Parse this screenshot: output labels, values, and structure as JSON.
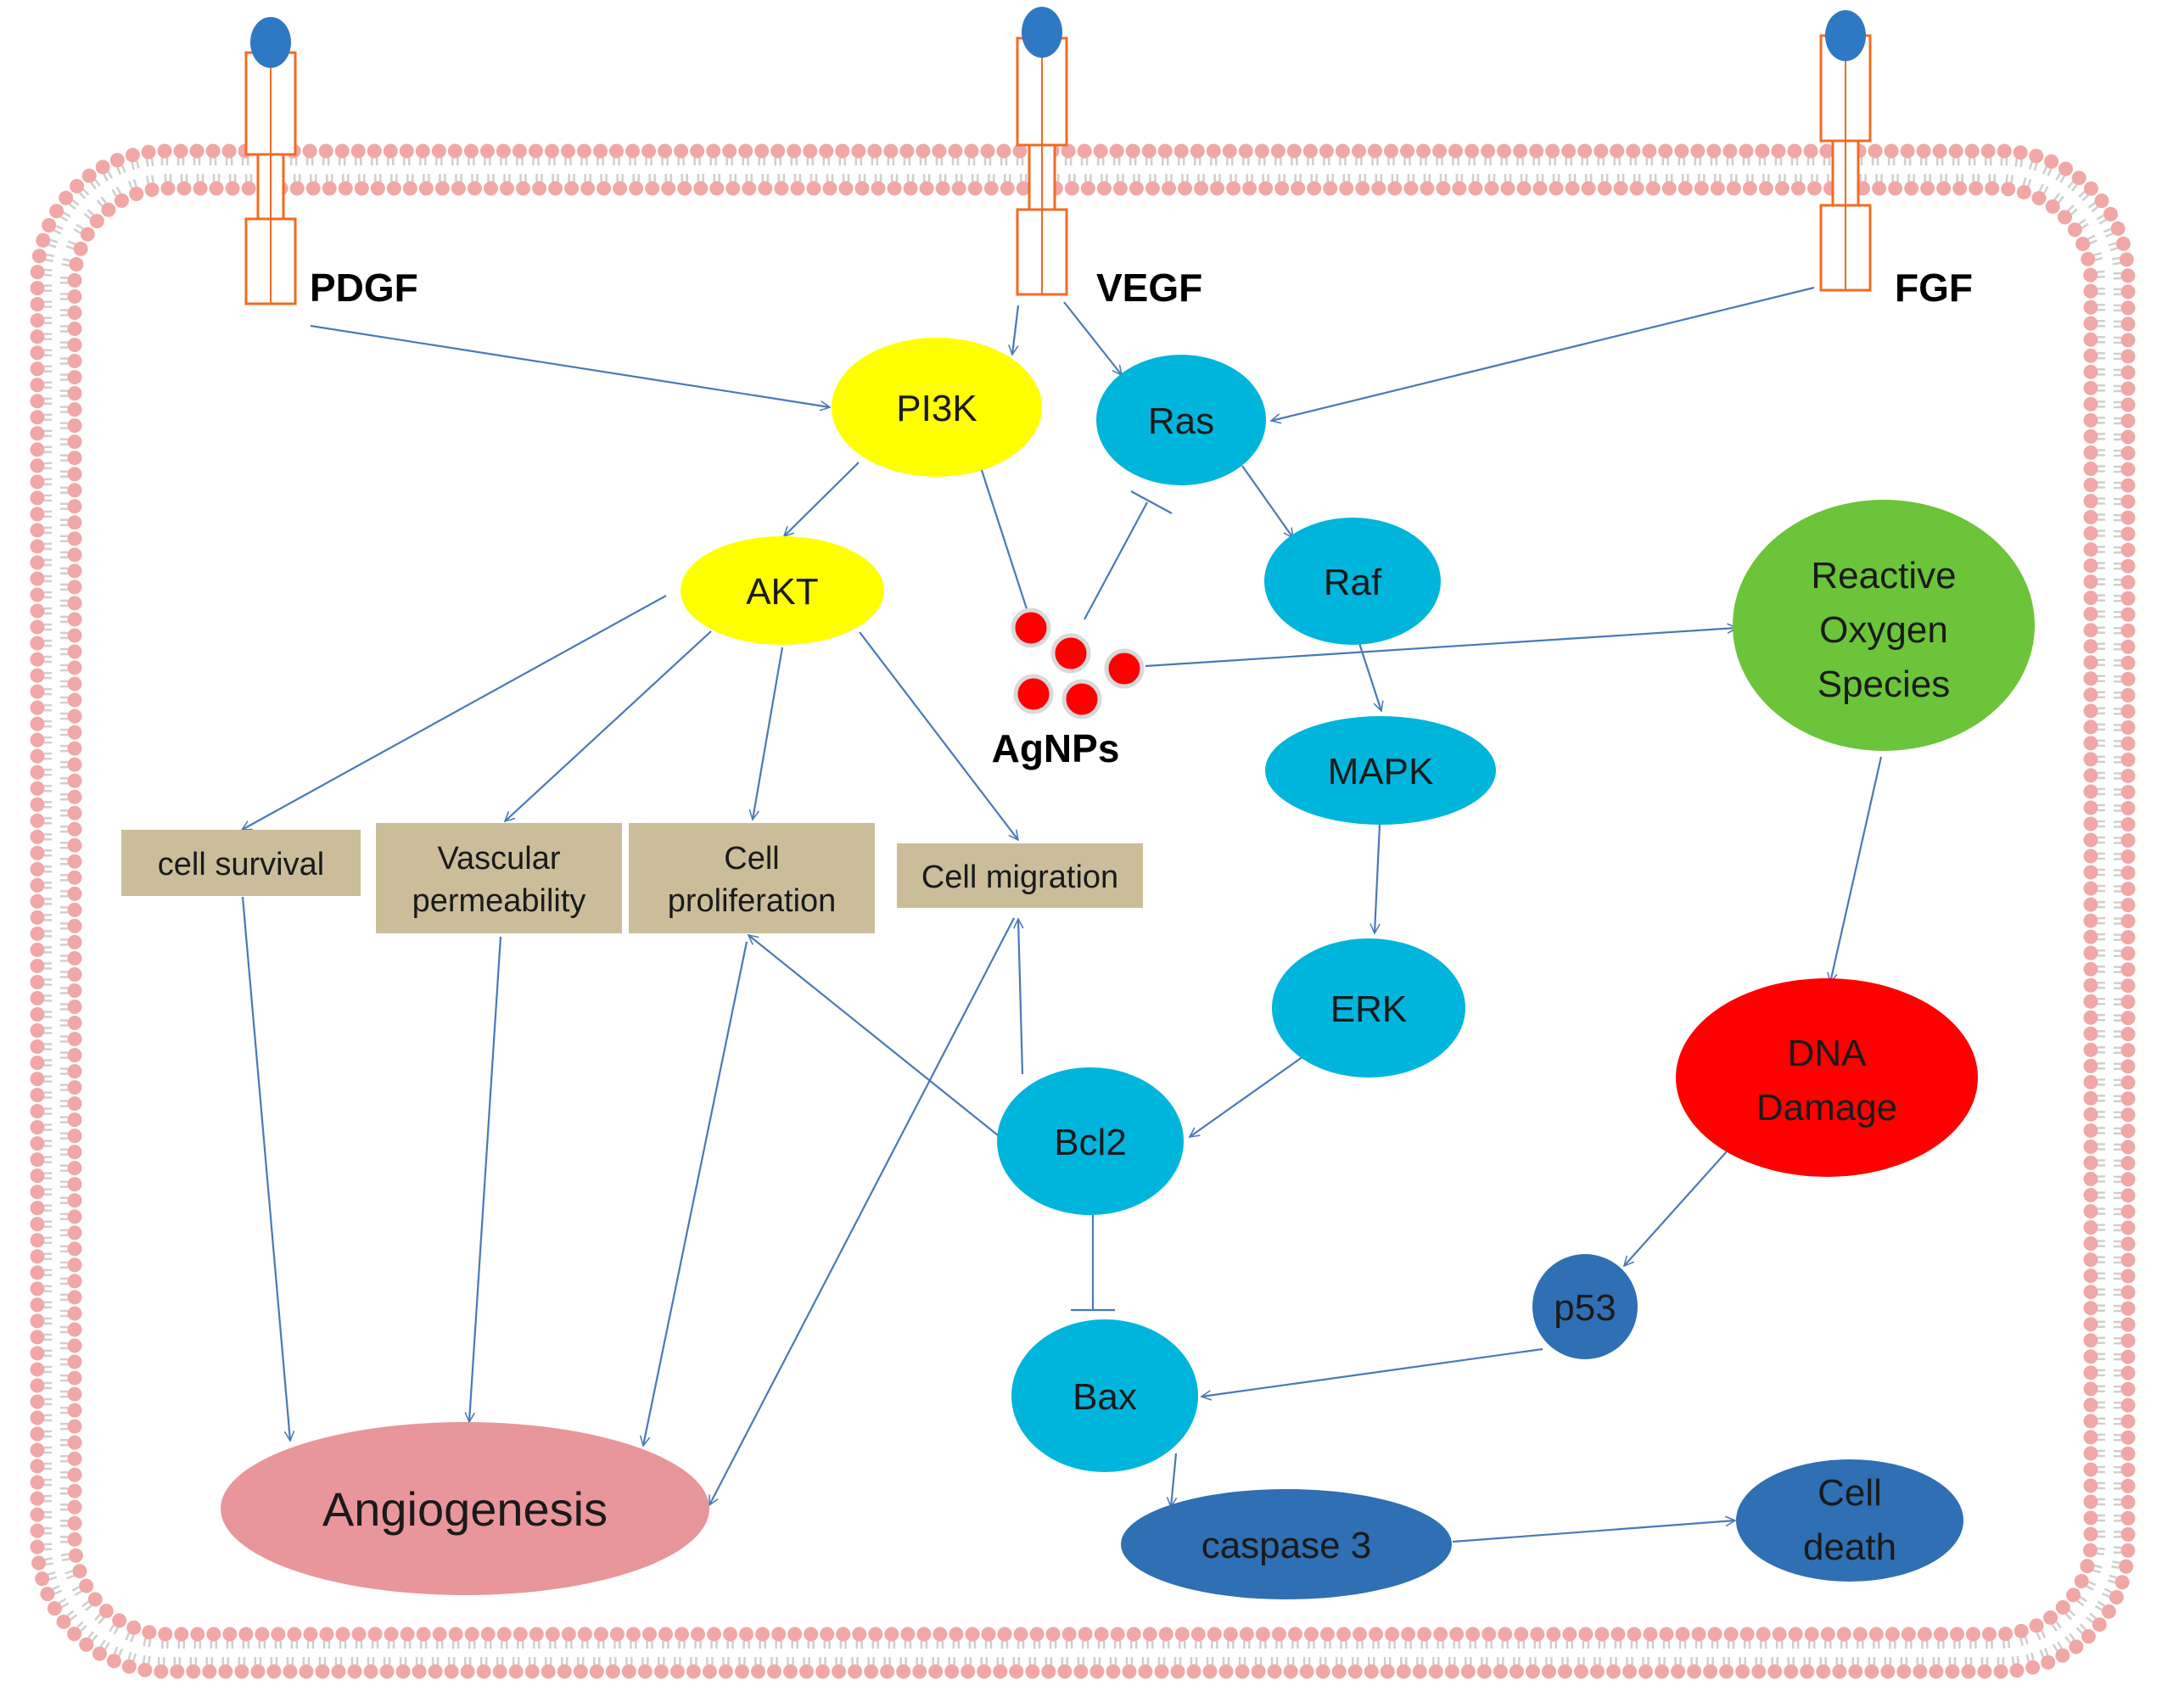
{
  "receptors": {
    "pdgf": "PDGF",
    "vegf": "VEGF",
    "fgf": "FGF"
  },
  "nodes": {
    "pi3k": "PI3K",
    "ras": "Ras",
    "akt": "AKT",
    "raf": "Raf",
    "mapk": "MAPK",
    "erk": "ERK",
    "bcl2": "Bcl2",
    "bax": "Bax",
    "p53": "p53",
    "caspase3": "caspase 3",
    "angiogenesis": "Angiogenesis",
    "agnps": "AgNPs",
    "ros": [
      "Reactive",
      "Oxygen",
      "Species"
    ],
    "dna_damage": [
      "DNA",
      "Damage"
    ],
    "cell_death": [
      "Cell",
      "death"
    ]
  },
  "boxes": {
    "cell_survival": [
      "cell survival"
    ],
    "vascular_permeability": [
      "Vascular",
      "permeability"
    ],
    "cell_proliferation": [
      "Cell",
      "proliferation"
    ],
    "cell_migration": [
      "Cell migration"
    ]
  },
  "colors": {
    "membrane_head": "#f2a7a7",
    "membrane_tail": "#cfcfcf",
    "yellow_node": "#ffff00",
    "cyan_node": "#00b5dc",
    "dark_blue_node": "#2f6fb3",
    "green_node": "#6cc43a",
    "red_node": "#ff0000",
    "angiogenesis": "#e8969a",
    "box_fill": "#cbbd9a",
    "receptor": "#f26b21",
    "ligand": "#2e78c4",
    "edge": "#4a79b8",
    "nanoparticle": "#ff0000"
  }
}
